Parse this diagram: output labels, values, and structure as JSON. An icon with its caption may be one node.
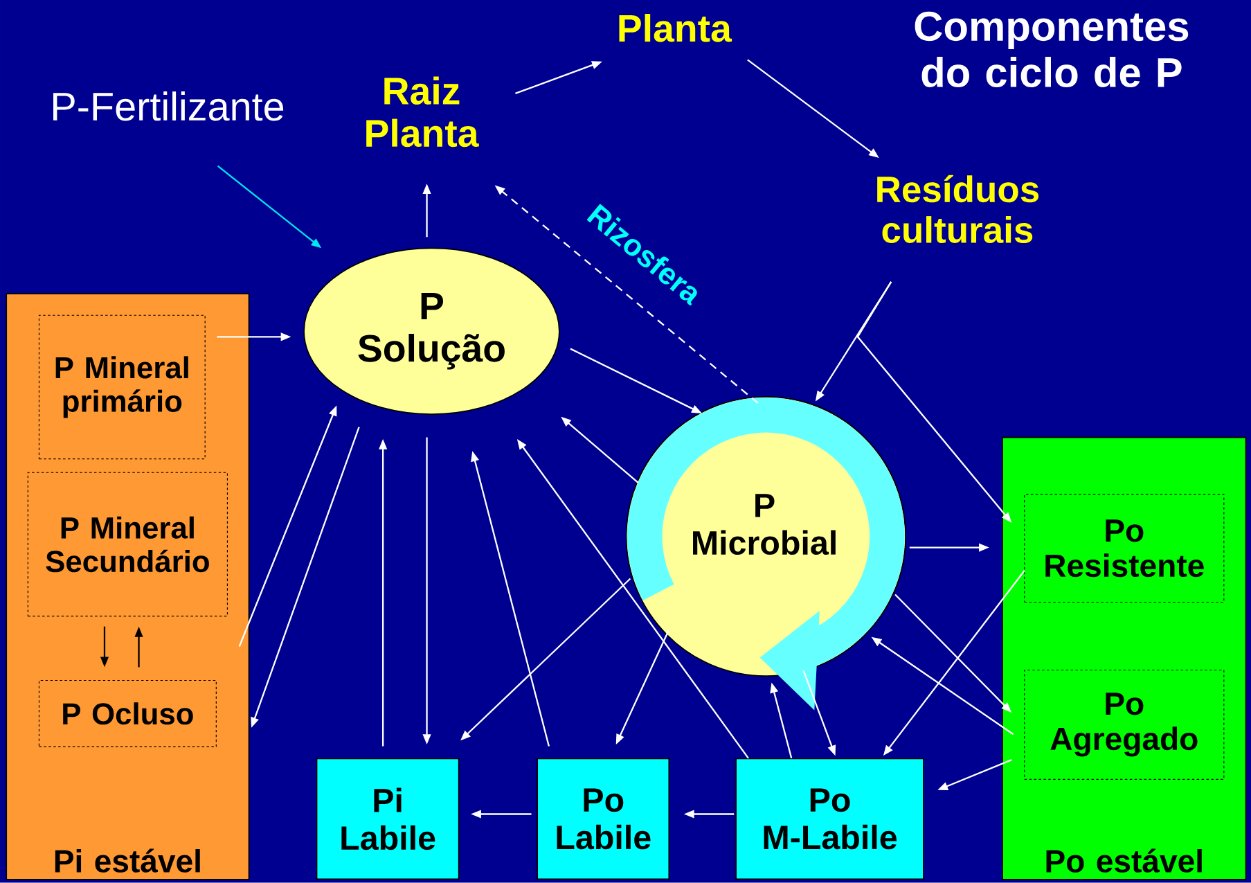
{
  "diagram": {
    "title": "Componentes do ciclo de P",
    "nodes": [
      {
        "text": [
          "Planta"
        ]
      },
      {
        "text": [
          "Raiz Planta"
        ]
      },
      {
        "text": [
          "P-Fertilizante"
        ]
      },
      {
        "text": [
          "Resíduos culturais"
        ]
      },
      {
        "text": [
          "P Solução"
        ]
      },
      {
        "text": [
          "Pi estável"
        ]
      },
      {
        "text": [
          "P Mineral primário"
        ],
        "in": 5
      },
      {
        "text": [
          "P Mineral Secundário"
        ],
        "in": 5
      },
      {
        "text": [
          "P Ocluso"
        ],
        "in": 5
      },
      {
        "text": [
          "P Microbial"
        ]
      },
      {
        "text": [
          "Po estável"
        ]
      },
      {
        "text": [
          "Po Resistente"
        ],
        "in": 10
      },
      {
        "text": [
          "Po Agregado"
        ],
        "in": 10
      },
      {
        "text": [
          "Pi Labile"
        ]
      },
      {
        "text": [
          "Po Labile"
        ]
      },
      {
        "text": [
          "Po M-Labile"
        ]
      }
    ],
    "edges": [
      {
        "from": 1,
        "to": 0,
        "arrow": "to"
      },
      {
        "from": 0,
        "to": 3,
        "arrow": "to"
      },
      {
        "from": 2,
        "to": 4,
        "arrow": "to",
        "color": "#00e5ee"
      },
      {
        "from": 4,
        "to": 1,
        "arrow": "to"
      },
      {
        "from": 9,
        "to": 1,
        "arrow": "to",
        "style": "dashed",
        "label": "Rizosfera"
      },
      {
        "from": 3,
        "to": 9,
        "arrow": "to"
      },
      {
        "from": 3,
        "to": 11,
        "arrow": "to"
      },
      {
        "from": 6,
        "to": 4,
        "arrow": "to"
      },
      {
        "from": 5,
        "to": 4,
        "arrow": "to"
      },
      {
        "from": 4,
        "to": 5,
        "arrow": "to"
      },
      {
        "from": 7,
        "to": 8,
        "arrow": "to",
        "color": "#000000"
      },
      {
        "from": 8,
        "to": 7,
        "arrow": "to",
        "color": "#000000"
      },
      {
        "from": 13,
        "to": 4,
        "arrow": "to"
      },
      {
        "from": 4,
        "to": 13,
        "arrow": "to"
      },
      {
        "from": 14,
        "to": 4,
        "arrow": "to"
      },
      {
        "from": 15,
        "to": 4,
        "arrow": "to"
      },
      {
        "from": 9,
        "to": 4,
        "arrow": "to"
      },
      {
        "from": 4,
        "to": 9,
        "arrow": "to"
      },
      {
        "from": 9,
        "to": 13,
        "arrow": "to"
      },
      {
        "from": 9,
        "to": 14,
        "arrow": "to"
      },
      {
        "from": 15,
        "to": 9,
        "arrow": "to"
      },
      {
        "from": 9,
        "to": 15,
        "arrow": "to"
      },
      {
        "from": 9,
        "to": 11,
        "arrow": "to"
      },
      {
        "from": 9,
        "to": 12,
        "arrow": "to"
      },
      {
        "from": 12,
        "to": 9,
        "arrow": "to"
      },
      {
        "from": 11,
        "to": 15,
        "arrow": "to"
      },
      {
        "from": 12,
        "to": 15,
        "arrow": "to"
      },
      {
        "from": 15,
        "to": 14,
        "arrow": "to"
      },
      {
        "from": 14,
        "to": 13,
        "arrow": "to"
      }
    ]
  }
}
